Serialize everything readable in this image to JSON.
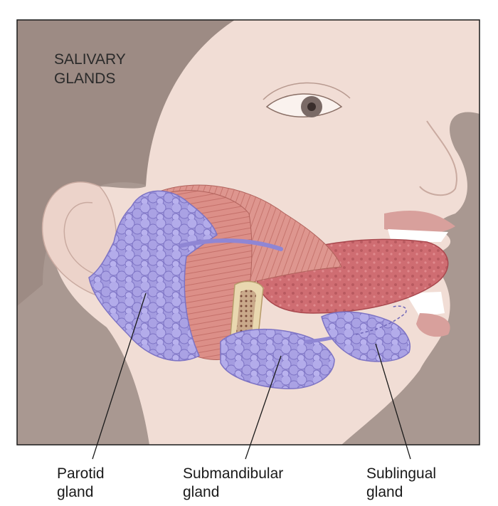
{
  "title": [
    "SALIVARY",
    "GLANDS"
  ],
  "labels": {
    "parotid": [
      "Parotid",
      "gland"
    ],
    "submandibular": [
      "Submandibular",
      "gland"
    ],
    "sublingual": [
      "Sublingual",
      "gland"
    ]
  },
  "colors": {
    "background": "#a99891",
    "skin": "#f1ddd5",
    "gland": "#a49ce0",
    "muscle": "#d98a83",
    "tongue": "#cf6d72",
    "bone": "#e9d8b0"
  }
}
